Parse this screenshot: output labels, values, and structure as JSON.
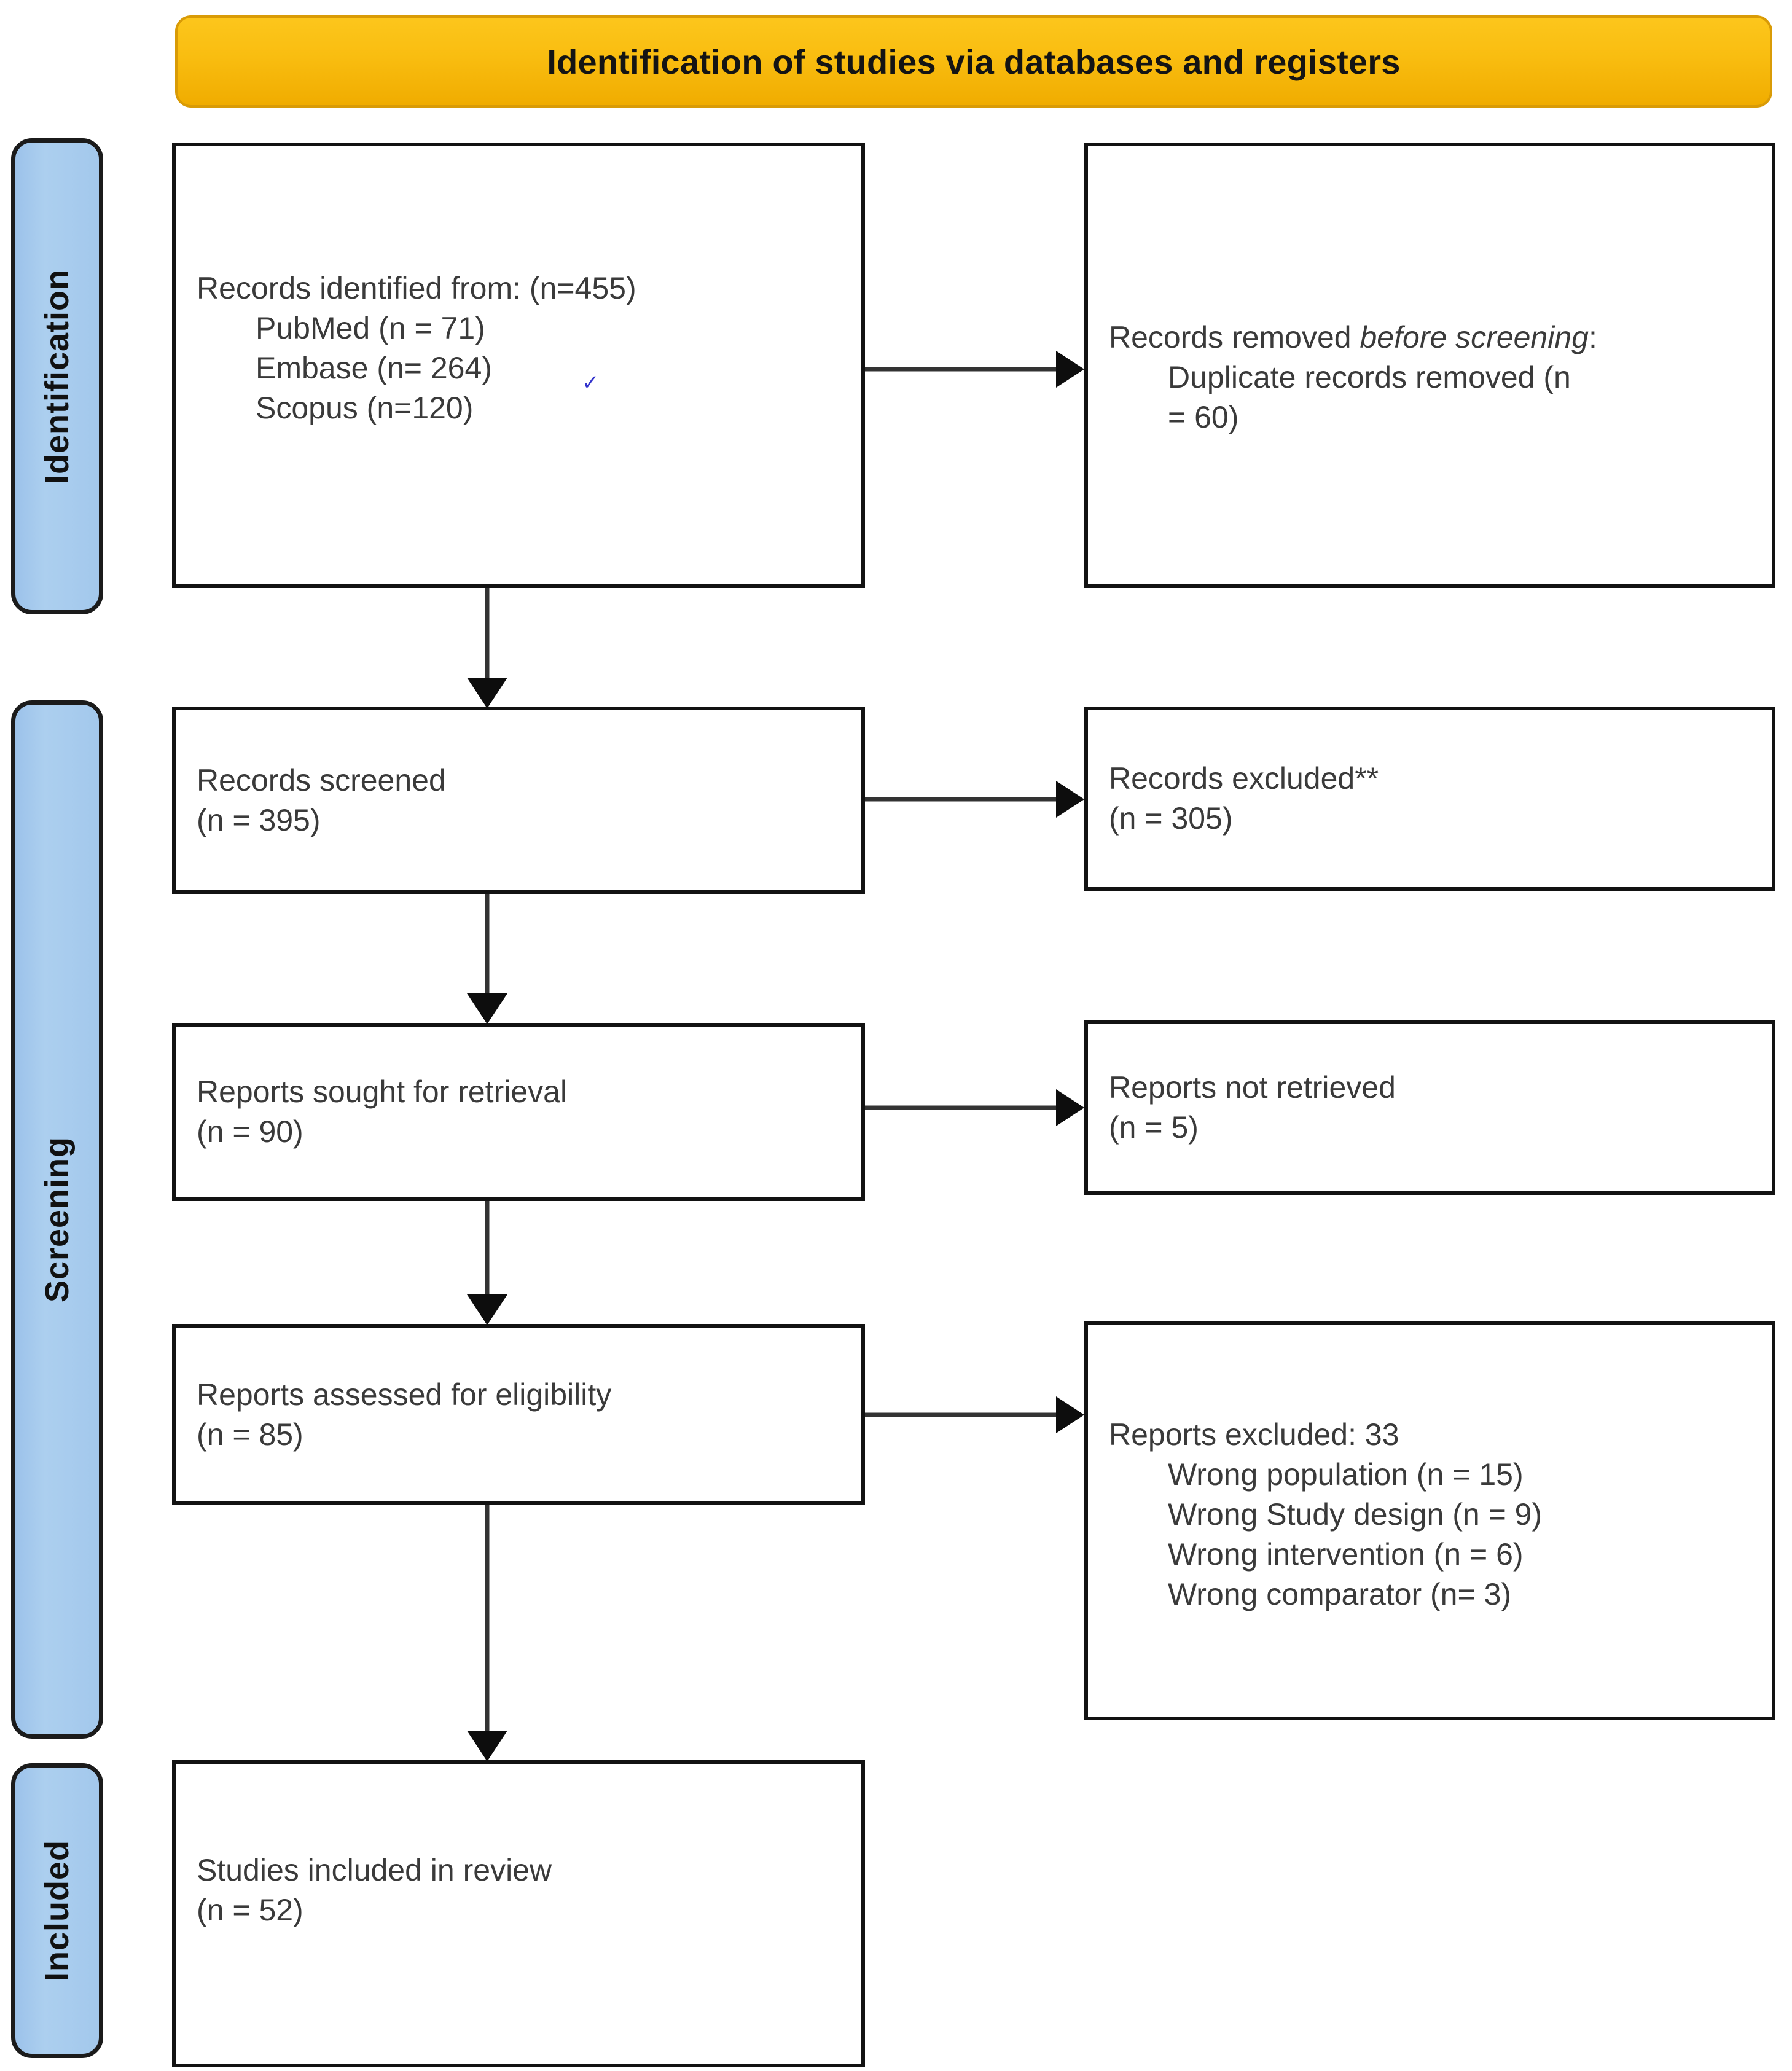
{
  "banner": {
    "title": "Identification of studies via databases and registers",
    "color": "#f9bd10"
  },
  "stages": {
    "identification": "Identification",
    "screening": "Screening",
    "included": "Included",
    "color": "#a3c8ec"
  },
  "boxes": {
    "identified": {
      "line1": "Records identified from: (n=455)",
      "line2": "PubMed (n = 71)",
      "line3": "Embase (n= 264)",
      "line4": "Scopus (n=120)"
    },
    "removed": {
      "line1_a": "Records removed ",
      "line1_em": "before screening",
      "line1_b": ":",
      "line2": "Duplicate records removed (n",
      "line3": "= 60)"
    },
    "screened": {
      "line1": "Records screened",
      "line2": "(n = 395)"
    },
    "records_excluded": {
      "line1": "Records excluded**",
      "line2": "(n = 305)"
    },
    "sought": {
      "line1": "Reports sought for retrieval",
      "line2": "(n = 90)"
    },
    "not_retrieved": {
      "line1": "Reports not retrieved",
      "line2": "(n = 5)"
    },
    "assessed": {
      "line1": "Reports assessed for eligibility",
      "line2": "(n = 85)"
    },
    "reports_excluded": {
      "line1": "Reports excluded: 33",
      "line2": "Wrong population (n = 15)",
      "line3": "Wrong Study design (n = 9)",
      "line4": "Wrong intervention (n = 6)",
      "line5": "Wrong comparator (n= 3)"
    },
    "included": {
      "line1": "Studies included in review",
      "line2": "(n = 52)"
    }
  },
  "artifact": {
    "glyph": "✓"
  },
  "chart_data": {
    "type": "diagram",
    "title": "Identification of studies via databases and registers",
    "nodes": [
      {
        "id": "identified",
        "stage": "Identification",
        "label": "Records identified from",
        "n": 455,
        "sources": [
          {
            "name": "PubMed",
            "n": 71
          },
          {
            "name": "Embase",
            "n": 264
          },
          {
            "name": "Scopus",
            "n": 120
          }
        ]
      },
      {
        "id": "removed",
        "stage": "Identification",
        "label": "Records removed before screening: Duplicate records removed",
        "n": 60
      },
      {
        "id": "screened",
        "stage": "Screening",
        "label": "Records screened",
        "n": 395
      },
      {
        "id": "records_excluded",
        "stage": "Screening",
        "label": "Records excluded**",
        "n": 305
      },
      {
        "id": "sought",
        "stage": "Screening",
        "label": "Reports sought for retrieval",
        "n": 90
      },
      {
        "id": "not_retrieved",
        "stage": "Screening",
        "label": "Reports not retrieved",
        "n": 5
      },
      {
        "id": "assessed",
        "stage": "Screening",
        "label": "Reports assessed for eligibility",
        "n": 85
      },
      {
        "id": "reports_excluded",
        "stage": "Screening",
        "label": "Reports excluded",
        "n": 33,
        "reasons": [
          {
            "name": "Wrong population",
            "n": 15
          },
          {
            "name": "Wrong Study design",
            "n": 9
          },
          {
            "name": "Wrong intervention",
            "n": 6
          },
          {
            "name": "Wrong comparator",
            "n": 3
          }
        ]
      },
      {
        "id": "included",
        "stage": "Included",
        "label": "Studies included in review",
        "n": 52
      }
    ],
    "edges": [
      {
        "from": "identified",
        "to": "removed",
        "direction": "right"
      },
      {
        "from": "identified",
        "to": "screened",
        "direction": "down"
      },
      {
        "from": "screened",
        "to": "records_excluded",
        "direction": "right"
      },
      {
        "from": "screened",
        "to": "sought",
        "direction": "down"
      },
      {
        "from": "sought",
        "to": "not_retrieved",
        "direction": "right"
      },
      {
        "from": "sought",
        "to": "assessed",
        "direction": "down"
      },
      {
        "from": "assessed",
        "to": "reports_excluded",
        "direction": "right"
      },
      {
        "from": "assessed",
        "to": "included",
        "direction": "down"
      }
    ]
  }
}
